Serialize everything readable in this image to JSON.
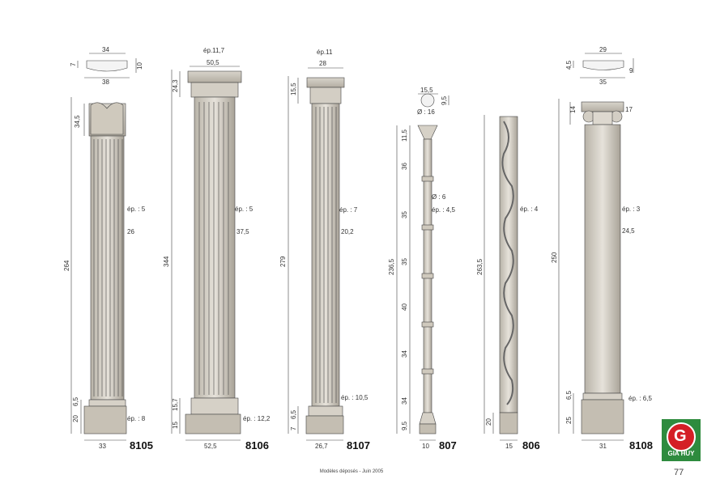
{
  "footer": {
    "text": "Modèles déposés - Juin 2005",
    "page_number": "77"
  },
  "logo": {
    "text": "GIA HUY",
    "letter": "G",
    "colors": {
      "green": "#2e8b3e",
      "red": "#d41f26"
    }
  },
  "columns": [
    {
      "code": "8105",
      "base_width": "33",
      "height": "264",
      "capital_height": "34,5",
      "base_heights": [
        "20",
        "6,5"
      ],
      "ep": "ép. : 5",
      "shaft_width": "26",
      "base_ep": "ép. : 8",
      "profile": {
        "top": "34",
        "bottom": "38",
        "left": "7",
        "right": "10"
      }
    },
    {
      "code": "8106",
      "base_width": "52,5",
      "height": "344",
      "capital_height": "24,3",
      "base_heights": [
        "15",
        "15,7"
      ],
      "ep_top": "ép.11,7",
      "top_width": "50,5",
      "ep": "ép. : 5",
      "shaft_width": "37,5",
      "base_ep": "ép. : 12,2"
    },
    {
      "code": "8107",
      "base_width": "26,7",
      "height": "279",
      "capital_height": "15,5",
      "base_heights": [
        "7",
        "6,5"
      ],
      "ep_top": "ép.11",
      "top_width": "28",
      "ep": "ép. : 7",
      "shaft_width": "20,2",
      "base_ep": "ép. : 10,5"
    },
    {
      "code": "807",
      "base_width": "10",
      "height": "236,5",
      "segments": [
        "11,5",
        "36",
        "35",
        "35",
        "40",
        "34",
        "34",
        "9,5"
      ],
      "top_width": "15,5",
      "diameter_top": "Ø : 16",
      "top_side": "9,5",
      "diameter": "Ø : 6",
      "ep": "ép. : 4,5"
    },
    {
      "code": "806",
      "base_width": "15",
      "height": "263,5",
      "base_height": "20",
      "ep": "ép. : 4"
    },
    {
      "code": "8108",
      "base_width": "31",
      "height": "250",
      "capital_heights": [
        "14",
        "17"
      ],
      "base_heights": [
        "25",
        "6,5"
      ],
      "ep": "ép. : 3",
      "shaft_width": "24,5",
      "base_ep": "ép. : 6,5",
      "profile": {
        "top": "29",
        "bottom": "35",
        "left": "4,5",
        "right": "9"
      }
    }
  ]
}
